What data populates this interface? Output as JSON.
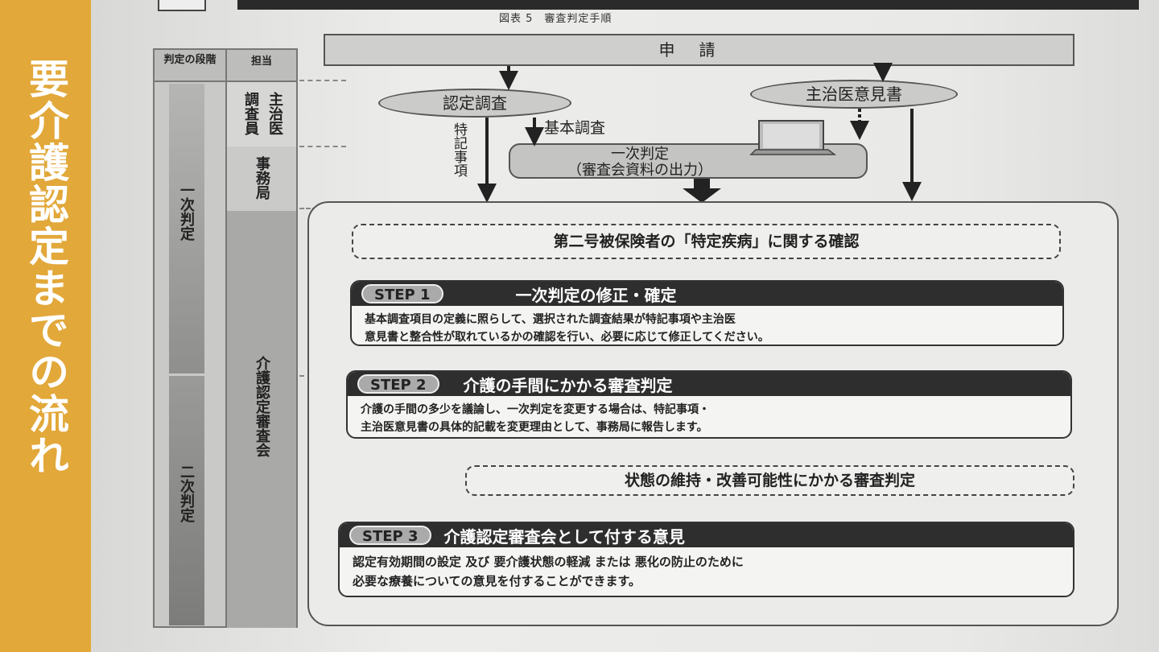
{
  "sidebar": {
    "title": "要介護認定までの流れ"
  },
  "figure": {
    "caption": "図表 5　審査判定手順",
    "apply": "申請",
    "left_table": {
      "header_stage": "判定の段階",
      "header_role": "担当",
      "role_investigator": "調査員",
      "role_doctor": "主治医",
      "role_office": "事務局",
      "role_committee": "介護認定審査会",
      "stage_primary": "一次判定",
      "stage_secondary": "二次判定"
    },
    "survey": "認定調査",
    "doctor_opinion": "主治医意見書",
    "special_notes": "特記事項",
    "basic_survey": "基本調査",
    "primary_line1": "一次判定",
    "primary_line2": "（審査会資料の出力）",
    "confirm_disease": "第二号被保険者の「特定疾病」に関する確認",
    "steps": [
      {
        "label": "STEP 1",
        "title": "一次判定の修正・確定",
        "body1": "基本調査項目の定義に照らして、選択された調査結果が特記事項や主治医",
        "body2": "意見書と整合性が取れているかの確認を行い、必要に応じて修正してください。"
      },
      {
        "label": "STEP 2",
        "title": "介護の手間にかかる審査判定",
        "body1": "介護の手間の多少を議論し、一次判定を変更する場合は、特記事項・",
        "body2": "主治医意見書の具体的記載を変更理由として、事務局に報告します。"
      },
      {
        "label": "STEP 3",
        "title": "介護認定審査会として付する意見",
        "body1": "認定有効期間の設定 及び 要介護状態の軽減 または 悪化の防止のために",
        "body2": "必要な療養についての意見を付することができます。"
      }
    ],
    "maintain_improve": "状態の維持・改善可能性にかかる審査判定"
  }
}
